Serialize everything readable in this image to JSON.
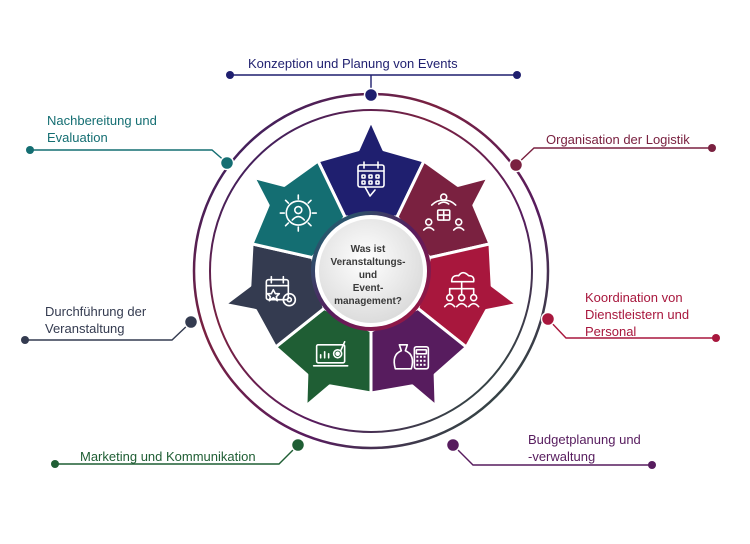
{
  "center": {
    "lines": [
      "Was ist",
      "Veranstaltungs-",
      "und",
      "Event-",
      "management?"
    ]
  },
  "segments": [
    {
      "key": "konzeption",
      "color": "#1f1f6f",
      "icon": "calendar-planning-icon",
      "lines": [
        "Konzeption und Planung von Events"
      ]
    },
    {
      "key": "logistik",
      "color": "#7a2140",
      "icon": "logistics-team-box-icon",
      "lines": [
        "Organisation der Logistik"
      ]
    },
    {
      "key": "koordination",
      "color": "#a8173d",
      "icon": "people-network-cloud-icon",
      "lines": [
        "Koordination von",
        "Dienstleistern und",
        "Personal"
      ]
    },
    {
      "key": "budget",
      "color": "#571c5e",
      "icon": "money-bag-calculator-icon",
      "lines": [
        "Budgetplanung und",
        "-verwaltung"
      ]
    },
    {
      "key": "marketing",
      "color": "#1f5e34",
      "icon": "laptop-target-analytics-icon",
      "lines": [
        "Marketing und Kommunikation"
      ]
    },
    {
      "key": "durchfuehrung",
      "color": "#343b50",
      "icon": "calendar-gear-star-icon",
      "lines": [
        "Durchführung der",
        "Veranstaltung"
      ]
    },
    {
      "key": "nachbereitung",
      "color": "#146e72",
      "icon": "person-gear-evaluation-icon",
      "lines": [
        "Nachbereitung und",
        "Evaluation"
      ]
    }
  ]
}
